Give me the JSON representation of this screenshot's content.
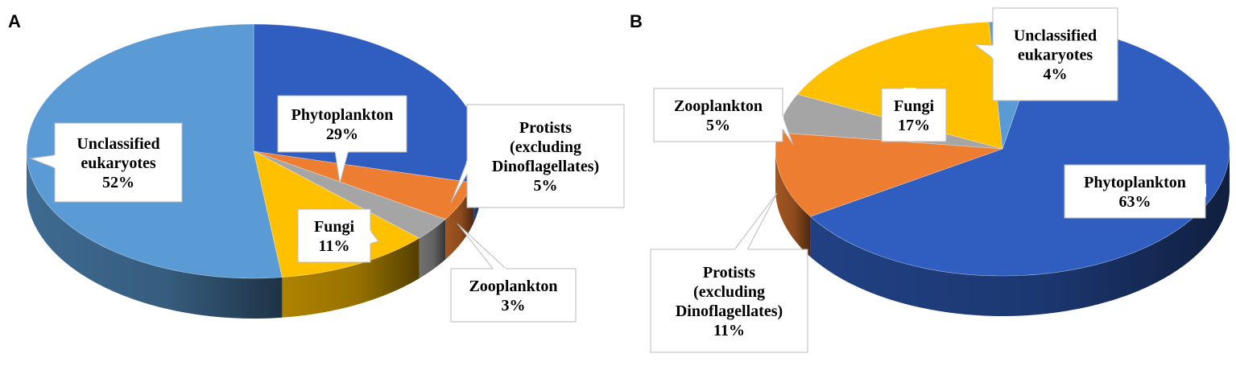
{
  "chart_data": [
    {
      "type": "pie",
      "panel": "A",
      "slices": [
        {
          "label": "Phytoplankton",
          "value": 29,
          "value_label": "29%",
          "color": "#2F5EC0"
        },
        {
          "label": "Protists (excluding Dinoflagellates)",
          "label_lines": [
            "Protists",
            "(excluding",
            "Dinoflagellates)"
          ],
          "value": 5,
          "value_label": "5%",
          "color": "#ED7D31"
        },
        {
          "label": "Zooplankton",
          "value": 3,
          "value_label": "3%",
          "color": "#A5A5A5"
        },
        {
          "label": "Fungi",
          "value": 11,
          "value_label": "11%",
          "color": "#FFC000"
        },
        {
          "label": "Unclassified eukaryotes",
          "label_lines": [
            "Unclassified",
            "eukaryotes"
          ],
          "value": 52,
          "value_label": "52%",
          "color": "#5B9BD5"
        }
      ]
    },
    {
      "type": "pie",
      "panel": "B",
      "slices": [
        {
          "label": "Phytoplankton",
          "value": 63,
          "value_label": "63%",
          "color": "#2F5EC0"
        },
        {
          "label": "Protists (excluding Dinoflagellates)",
          "label_lines": [
            "Protists",
            "(excluding",
            "Dinoflagellates)"
          ],
          "value": 11,
          "value_label": "11%",
          "color": "#ED7D31"
        },
        {
          "label": "Zooplankton",
          "value": 5,
          "value_label": "5%",
          "color": "#A5A5A5"
        },
        {
          "label": "Fungi",
          "value": 17,
          "value_label": "17%",
          "color": "#FFC000"
        },
        {
          "label": "Unclassified eukaryotes",
          "label_lines": [
            "Unclassified",
            "eukaryotes"
          ],
          "value": 4,
          "value_label": "4%",
          "color": "#5B9BD5"
        }
      ]
    }
  ]
}
